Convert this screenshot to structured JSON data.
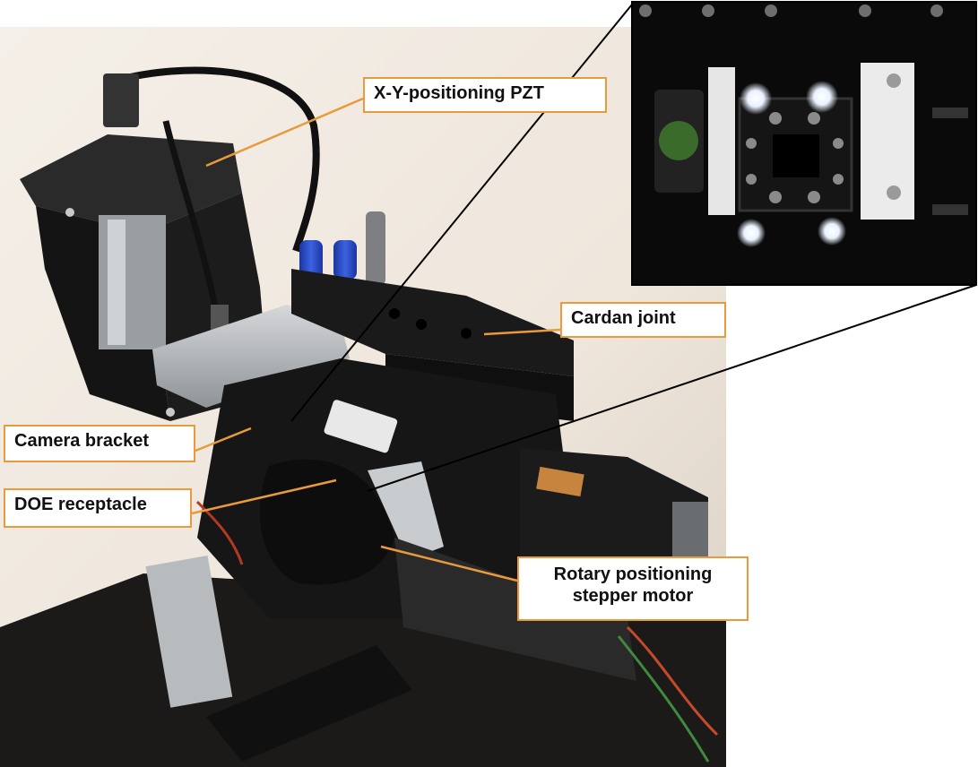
{
  "figure": {
    "labels": {
      "xy_pzt": "X-Y-positioning PZT",
      "cardan_joint": "Cardan joint",
      "camera_bracket": "Camera bracket",
      "doe_receptacle": "DOE receptacle",
      "rotary_line1": "Rotary positioning",
      "rotary_line2": "stepper motor"
    },
    "colors": {
      "label_border": "#e89a3c",
      "leader_line": "#e89a3c",
      "background_wall": "#f2ece4",
      "housing_black": "#151515",
      "aluminum": "#b9bcbf",
      "cap_blue": "#2446b8",
      "led_white": "#ffffff"
    }
  }
}
